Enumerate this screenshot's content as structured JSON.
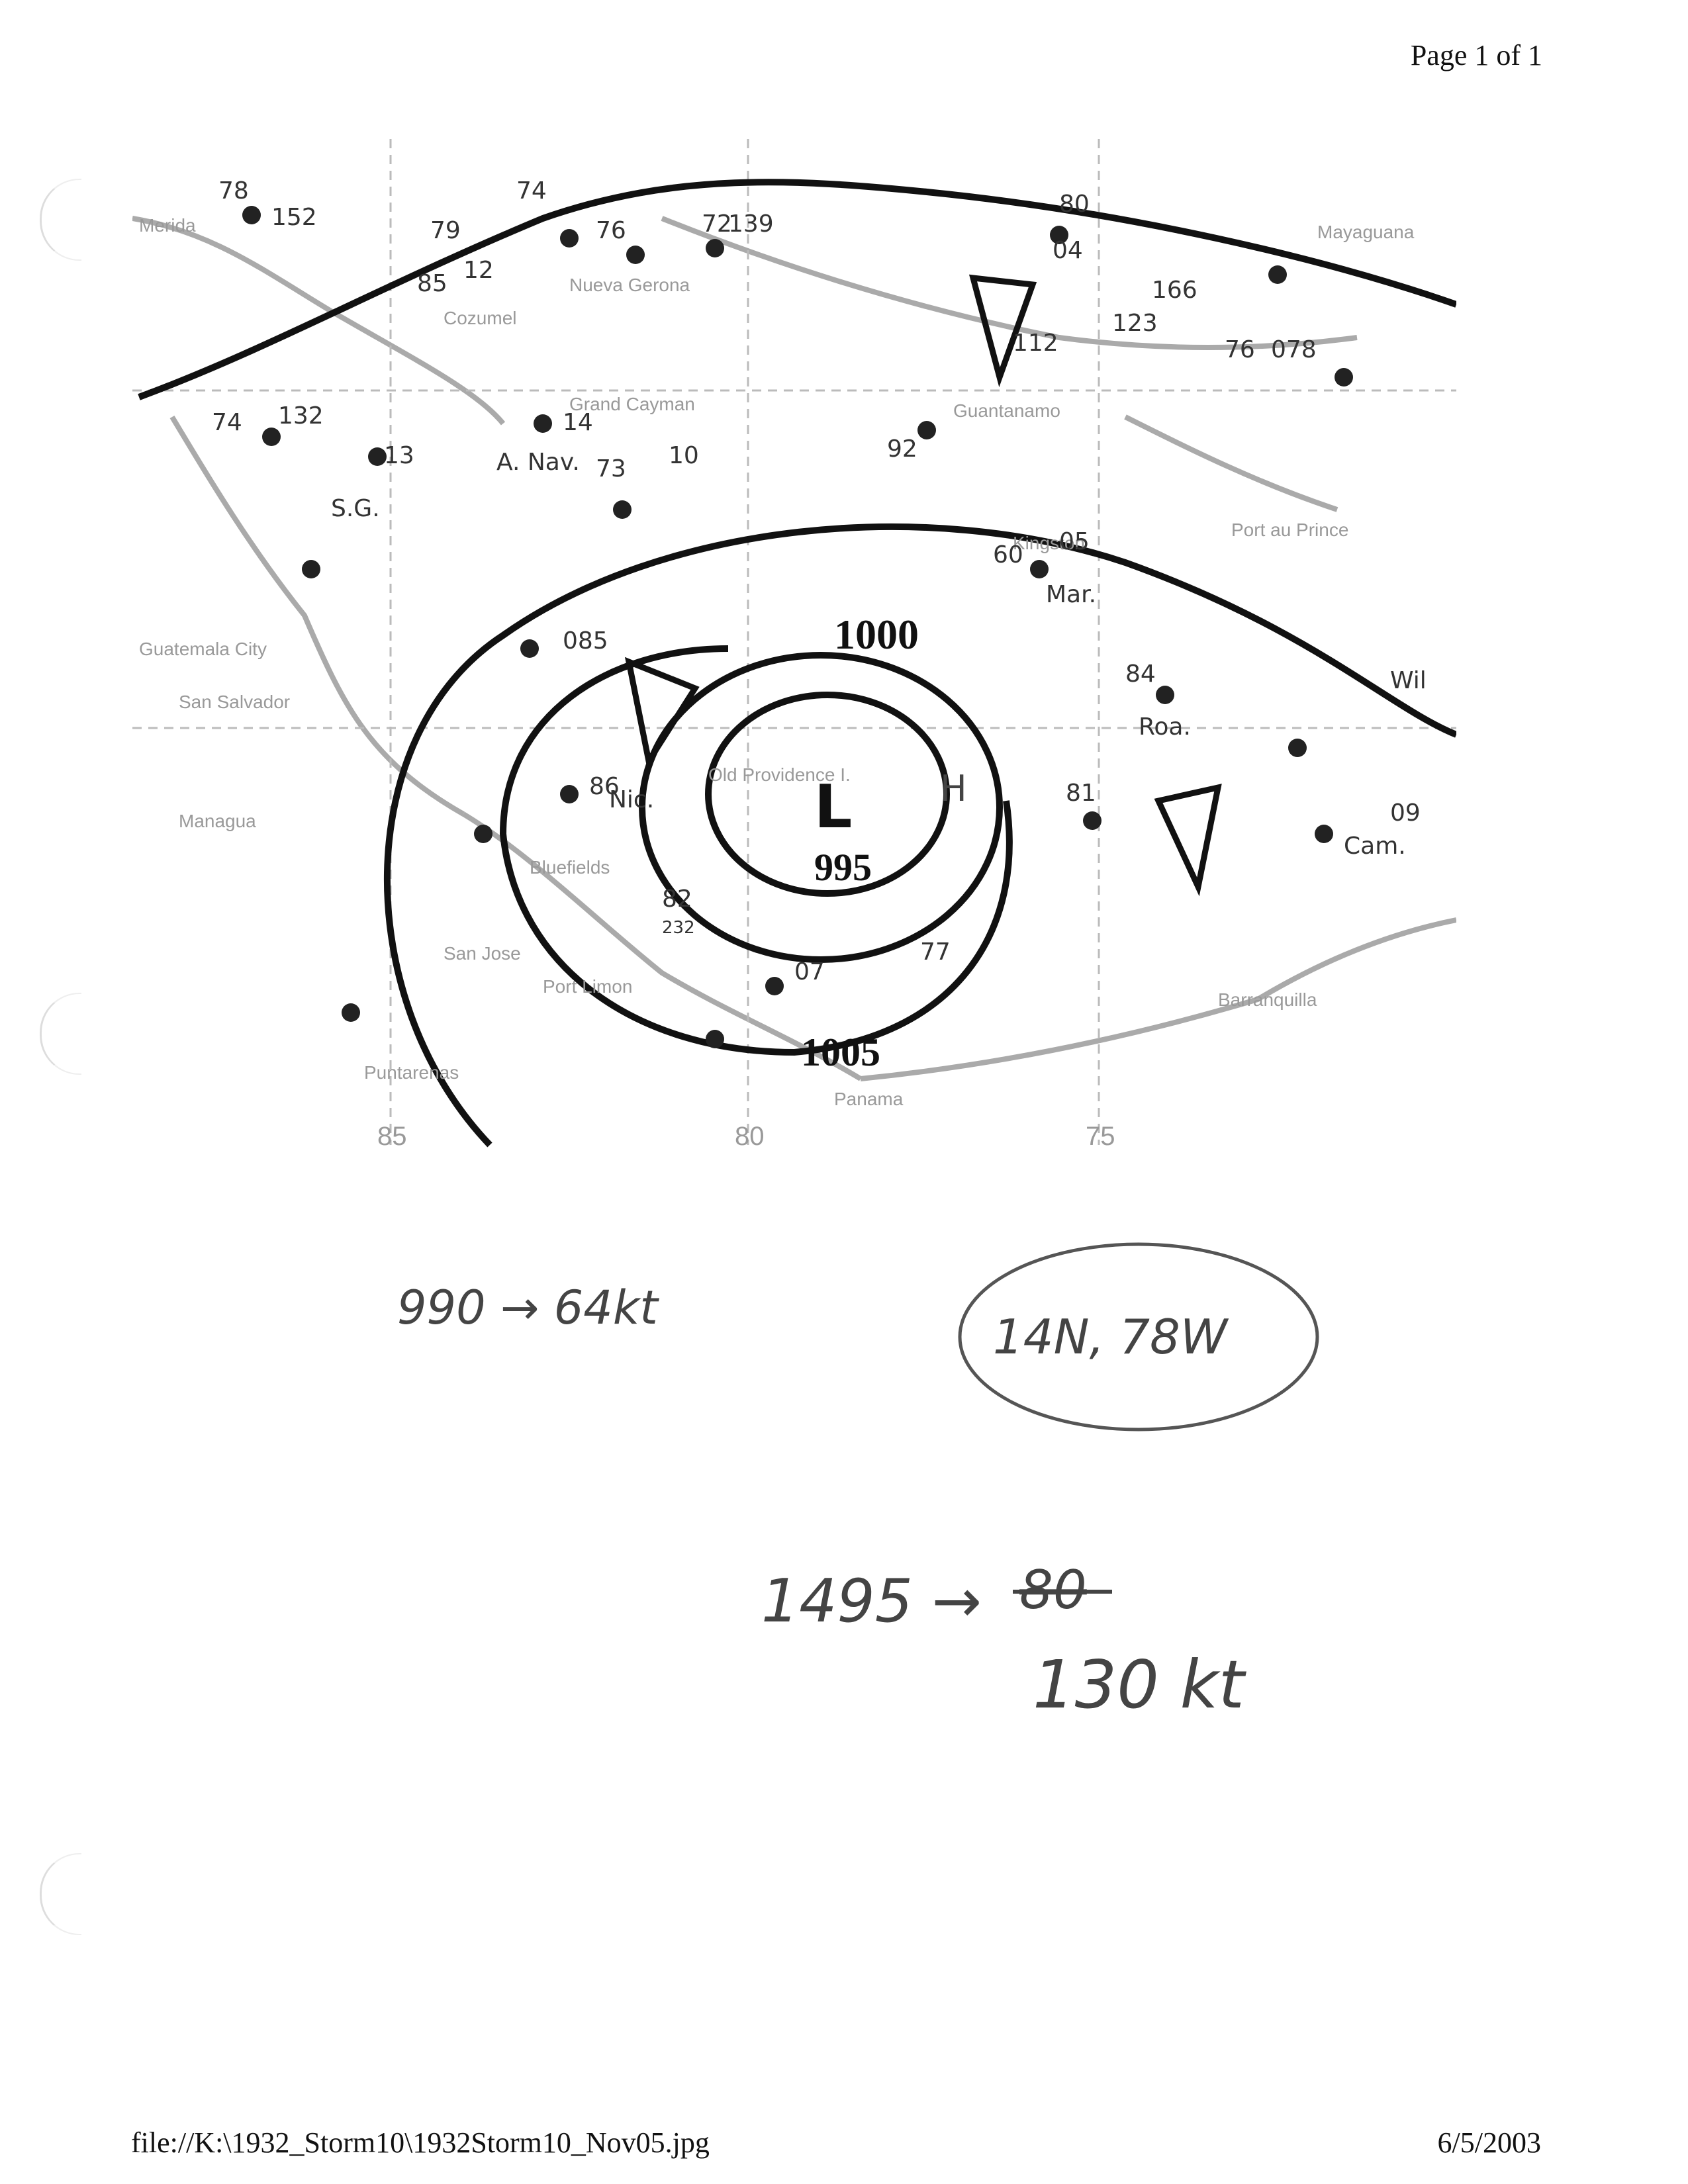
{
  "header": {
    "page_label": "Page 1 of 1"
  },
  "footer": {
    "file_path": "file://K:\\1932_Storm10\\1932Storm10_Nov05.jpg",
    "date": "6/5/2003"
  },
  "map": {
    "isobars": {
      "inner": "995",
      "middle": "1000",
      "outer": "1005"
    },
    "center": {
      "low": "L",
      "high": "H"
    },
    "longitudes": [
      "85",
      "80",
      "75"
    ],
    "places": [
      "Merida",
      "Cozumel",
      "Nueva Gerona",
      "Grand Cayman",
      "Guantanamo",
      "Mayaguana",
      "Port au Prince",
      "Guatemala City",
      "San Salvador",
      "Managua",
      "San Jose",
      "Puntarenas",
      "Port Limon",
      "Bluefields",
      "Old Providence I.",
      "Panama",
      "Barranquilla",
      "Kingston"
    ],
    "stations": [
      "A. Nav.",
      "S.G.",
      "Nic.",
      "Mar.",
      "Roa.",
      "Cam.",
      "Wil"
    ],
    "obs": [
      "78",
      "152",
      "74",
      "76",
      "72",
      "139",
      "79",
      "12",
      "85",
      "80",
      "04",
      "166",
      "123",
      "76",
      "078",
      "74",
      "132",
      "13",
      "14",
      "73",
      "10",
      "112",
      "92",
      "60",
      "05",
      "085",
      "86",
      "84",
      "09",
      "81",
      "82",
      "232",
      "07",
      "77"
    ]
  },
  "notes": {
    "line1": "990 → 64kt",
    "circled": "14N, 78W",
    "line2_prefix": "1495 →",
    "line2_struck": "80",
    "line2_value": "130 kt"
  }
}
